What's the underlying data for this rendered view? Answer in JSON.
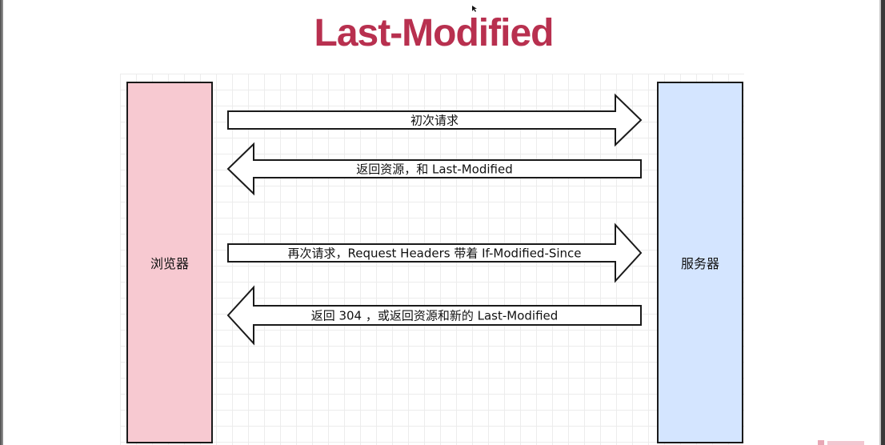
{
  "title": "Last-Modified",
  "nodes": {
    "browser": "浏览器",
    "server": "服务器"
  },
  "arrows": [
    {
      "label": "初次请求",
      "direction": "right"
    },
    {
      "label": "返回资源，和 Last-Modified",
      "direction": "left"
    },
    {
      "label": "再次请求，Request Headers 带着 If-Modified-Since",
      "direction": "right"
    },
    {
      "label": "返回 304 ，或返回资源和新的 Last-Modified",
      "direction": "left"
    }
  ],
  "colors": {
    "title": "#b8304f",
    "browser_fill": "#f7c9d1",
    "server_fill": "#d4e5ff",
    "stroke": "#1a1a1a"
  }
}
